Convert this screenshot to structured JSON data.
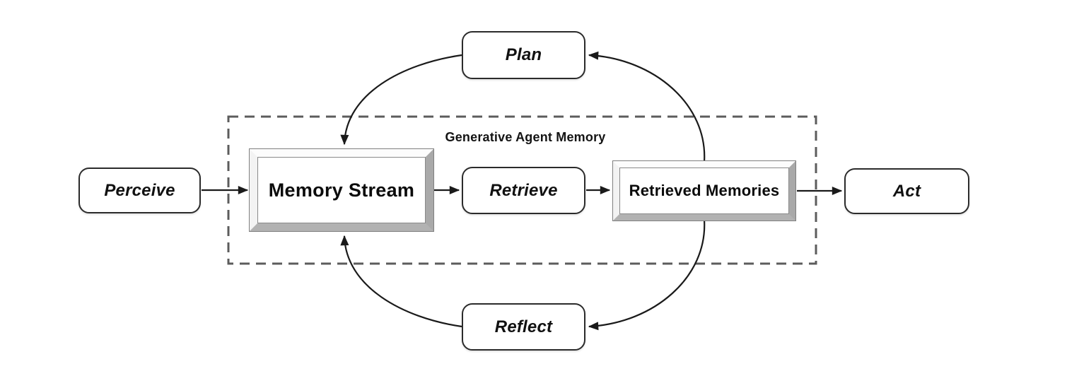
{
  "diagram": {
    "title": "Generative Agent Memory",
    "nodes": {
      "perceive": {
        "label": "Perceive"
      },
      "plan": {
        "label": "Plan"
      },
      "memory_stream": {
        "label": "Memory Stream"
      },
      "retrieve": {
        "label": "Retrieve"
      },
      "retrieved_memories": {
        "label": "Retrieved Memories"
      },
      "reflect": {
        "label": "Reflect"
      },
      "act": {
        "label": "Act"
      }
    },
    "edges": [
      {
        "from": "Perceive",
        "to": "Memory Stream"
      },
      {
        "from": "Memory Stream",
        "to": "Retrieve"
      },
      {
        "from": "Retrieve",
        "to": "Retrieved Memories"
      },
      {
        "from": "Retrieved Memories",
        "to": "Act"
      },
      {
        "from": "Retrieved Memories",
        "to": "Plan"
      },
      {
        "from": "Plan",
        "to": "Memory Stream"
      },
      {
        "from": "Retrieved Memories",
        "to": "Reflect"
      },
      {
        "from": "Reflect",
        "to": "Memory Stream"
      }
    ],
    "colors": {
      "stroke": "#1a1a1a",
      "dashed_border": "#5c5c5c",
      "node_border": "#2b2b2b",
      "bevel_light": "#fbfbfb",
      "bevel_dark": "#aaaaaa",
      "background": "#ffffff"
    }
  }
}
